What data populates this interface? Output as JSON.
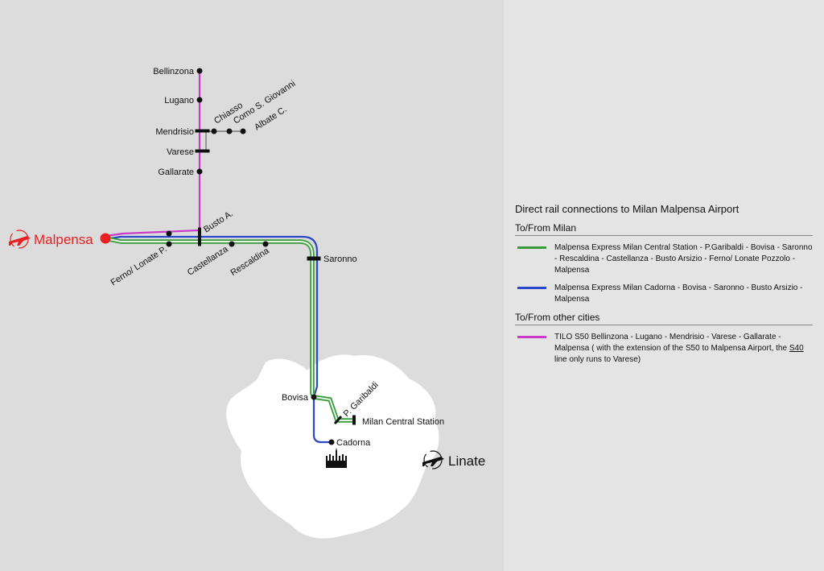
{
  "colors": {
    "green": "#3a9a3a",
    "blue": "#2a48c8",
    "magenta": "#c83cc8",
    "malpensa": "#e82020",
    "background": "#dcdcdc",
    "city": "#ffffff"
  },
  "airports": {
    "malpensa": {
      "name": "Malpensa",
      "icon": "plane-icon"
    },
    "linate": {
      "name": "Linate",
      "icon": "plane-icon"
    }
  },
  "stations": {
    "bellinzona": "Bellinzona",
    "lugano": "Lugano",
    "mendrisio": "Mendrisio",
    "varese": "Varese",
    "gallarate": "Gallarate",
    "chiasso": "Chiasso",
    "como": "Como S. Giovanni",
    "albate": "Albate C.",
    "busto": "Busto A.",
    "ferno": "Ferno/ Lonate P.",
    "castellanza": "Castellanza",
    "rescaldina": "Rescaldina",
    "saronno": "Saronno",
    "bovisa": "Bovisa",
    "garibaldi": "P. Garibaldi",
    "central": "Milan Central Station",
    "cadorna": "Cadorna"
  },
  "landmark": {
    "icon": "duomo-icon"
  },
  "legend": {
    "title": "Direct rail connections to Milan Malpensa Airport",
    "section_milan": "To/From Milan",
    "section_other": "To/From other cities",
    "items": [
      {
        "color": "#3a9a3a",
        "text": "Malpensa Express Milan Central Station - P.Garibaldi - Bovisa - Saronno - Rescaldina - Castellanza - Busto Arsizio - Ferno/ Lonate Pozzolo - Malpensa"
      },
      {
        "color": "#2a48c8",
        "text": "Malpensa Express Milan Cadorna - Bovisa - Saronno - Busto Arsizio - Malpensa"
      },
      {
        "color": "#c83cc8",
        "text_before": "TILO S50 Bellinzona - Lugano - Mendrisio - Varese - Gallarate - Malpensa  ( with the extension of the S50 to Malpensa Airport, the ",
        "text_underlined": "S40",
        "text_after": " line only runs to Varese)"
      }
    ]
  }
}
